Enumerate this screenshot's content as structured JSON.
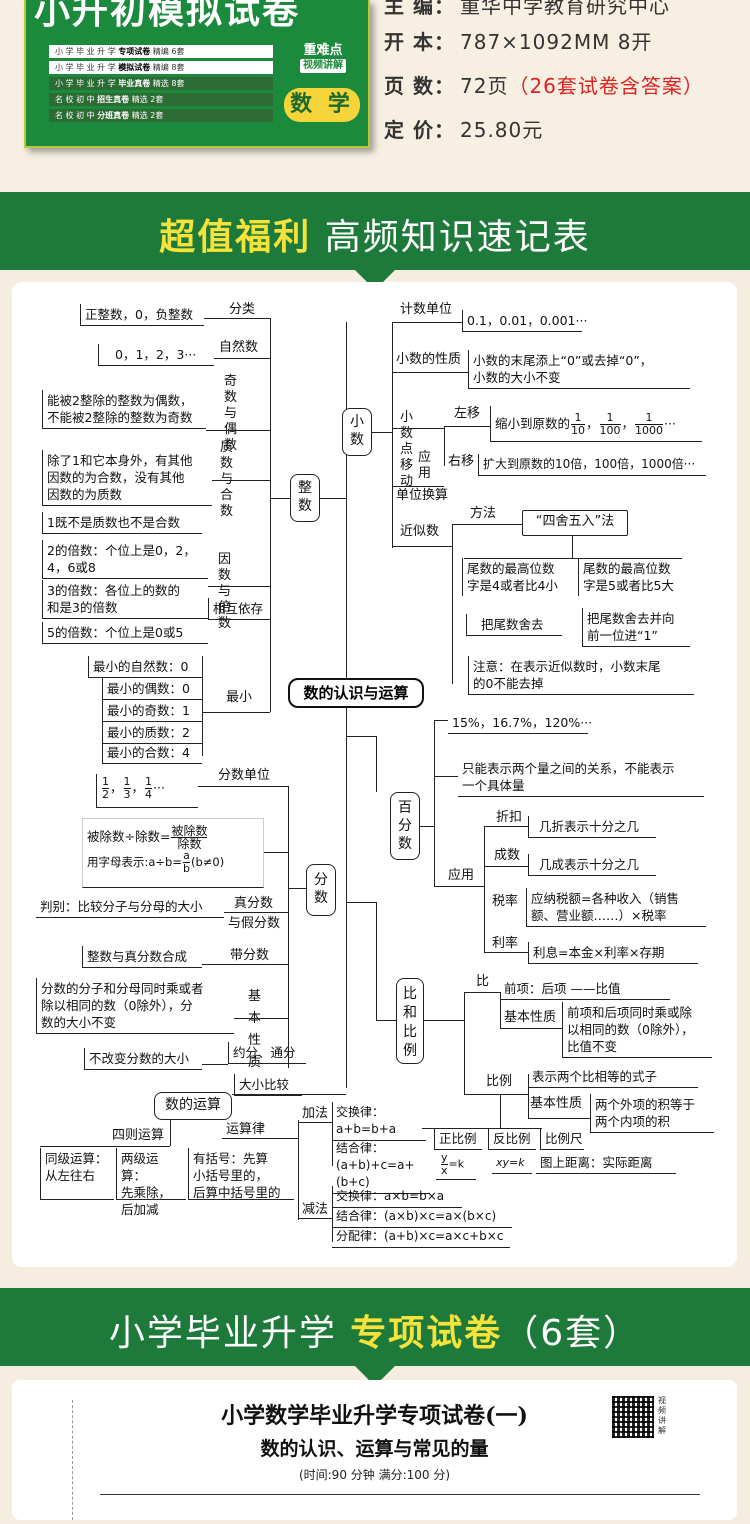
{
  "book": {
    "title": "小升初模拟试卷",
    "rows": [
      {
        "a": "小 学 毕 业 升 学 ",
        "b": "专项试卷",
        "c": " 精编  6套"
      },
      {
        "a": "小 学 毕 业 升 学 ",
        "b": "模拟试卷",
        "c": " 精编  8套"
      },
      {
        "a": "小 学 毕 业 升 学 ",
        "b": "毕业真卷",
        "c": " 精选  8套"
      },
      {
        "a": "名    校    初    中 ",
        "b": "招生真卷",
        "c": " 精选  2套"
      },
      {
        "a": "名    校    初    中 ",
        "b": "分班真卷",
        "c": " 精选  2套"
      }
    ],
    "badge_main": "重难点",
    "badge_sub": "视频讲解",
    "subject": "数 学"
  },
  "specs": [
    {
      "k": "主    编：",
      "v": "重华中学教育研究中心",
      "red": ""
    },
    {
      "k": "开    本：",
      "v": "787×1092MM 8开",
      "red": ""
    },
    {
      "k": "页    数：",
      "v": "72页",
      "red": "（26套试卷含答案）"
    },
    {
      "k": "定    价：",
      "v": "25.80元",
      "red": ""
    }
  ],
  "banner1": {
    "yellow": "超值福利",
    "white": "  高频知识速记表"
  },
  "banner2": {
    "white": "小学毕业升学  ",
    "yellow": "专项试卷",
    "white2": "（6套）"
  },
  "mindmap": {
    "center": "数的认识与运算",
    "zhengshu": "整\n数",
    "xiaoshu": "小\n数",
    "fenshu": "分\n数",
    "baifenshu": "百\n分\n数",
    "bi": "比\n和\n比\n例",
    "yunsuan": "数的运算",
    "labels": {
      "fenlei": "分类",
      "zirans": "自然数",
      "jiou": "奇数\n与偶数",
      "zhihe": "质数\n与合数",
      "yinbei": "因数\n与倍数",
      "xianghu": "相互依存",
      "zuixiao": "最小",
      "jishu": "计数单位",
      "xingzhi": "小数的性质",
      "yidong": "小数点\n移动",
      "zuoyi": "左移",
      "youyi": "右移",
      "yingyong": "应\n用",
      "danwei": "单位换算",
      "jinsi": "近似数",
      "fangfa": "方法",
      "fenshudanwei": "分数单位",
      "zhenfen": "真分数",
      "jiafen": "与假分数",
      "daifen": "带分数",
      "jiben": "基本\n性质",
      "yuefen": "约分、通分",
      "daxiao": "大小比较",
      "bfyy": "应用",
      "zhekou": "折扣",
      "chengshu": "成数",
      "shuilv": "税率",
      "lilv": "利率",
      "bilbl": "比",
      "bijbxz": "基本性质",
      "bili": "比例",
      "bljbxz": "基本性质",
      "zhengbl": "正比例",
      "fanbl": "反比例",
      "blc": "比例尺",
      "sizeys": "四则运算",
      "ysl": "运算律",
      "jiafa": "加法",
      "jianfa": "减法"
    },
    "boxes": {
      "zhengfu": "正整数，0，负整数",
      "zrs": "0，1，2，3···",
      "jo": "能被2整除的整数为偶数，\n不能被2整除的整数为奇数",
      "zh": "除了1和它本身外，有其他\n因数的为合数，没有其他\n因数的为质数",
      "zh2": "1既不是质数也不是合数",
      "b2": "2的倍数：个位上是0，2，\n4，6或8",
      "b3": "3的倍数：各位上的数的\n和是3的倍数",
      "b5": "5的倍数：个位上是0或5",
      "min1": "最小的自然数：0",
      "min2": "最小的偶数：0",
      "min3": "最小的奇数：1",
      "min4": "最小的质数：2",
      "min5": "最小的合数：4",
      "jsdw": "0.1，0.01，0.001···",
      "xz": "小数的末尾添上“0”或去掉“0”，\n小数的大小不变",
      "zy": "缩小到原数的",
      "yy": "扩大到原数的10倍，100倍，1000倍···",
      "sswr": "“四舍五入”法",
      "ws4": "尾数的最高位数\n字是4或者比4小",
      "ws5": "尾数的最高位数\n字是5或者比5大",
      "sq": "把尾数舍去",
      "jw": "把尾数舍去并向\n前一位进“1”",
      "zy2": "注意：在表示近似数时，小数末尾\n的0不能去掉",
      "bf1": "15%，16.7%，120%···",
      "bf2": "只能表示两个量之间的关系，不能表示\n一个具体量",
      "zk": "几折表示十分之几",
      "cs": "几成表示十分之几",
      "sl": "应纳税额=各种收入（销售\n额、营业额……）×税率",
      "ll": "利息=本金×利率×存期",
      "bi1": "前项：后项 ——比值",
      "bi2": "前项和后项同时乘或除\n以相同的数（0除外），\n比值不变",
      "bl1": "表示两个比相等的式子",
      "bl2": "两个外项的积等于\n两个内项的积",
      "blc": "图上距离：实际距离",
      "cf1": "被除数÷除数=",
      "cf_n": "被除数",
      "cf_d": "除数",
      "cf2": "用字母表示:a÷b=",
      "pb": "判别：比较分子与分母的大小",
      "dfs": "整数与真分数合成",
      "fxz": "分数的分子和分母同时乘或者\n除以相同的数（0除外），分\n数的大小不变",
      "bgb": "不改变分数的大小",
      "tj": "同级运算：\n从左往右",
      "bt": "两级运算：\n先乘除，\n后加减",
      "kh": "有括号：先算\n小括号里的，\n后算中括号里的",
      "jfjh": "交换律：\na+b=b+a",
      "jfjh2": "结合律：\n(a+b)+c=a+(b+c)",
      "cfjh": "交换律：a×b=b×a",
      "cfjh2": "结合律：(a×b)×c=a×(b×c)",
      "cffp": "分配律：(a+b)×c=a×c+b×c"
    }
  },
  "paper": {
    "title": "小学数学毕业升学专项试卷(一)",
    "subtitle": "数的认识、运算与常见的量",
    "meta": "(时间:90 分钟   满分:100 分)",
    "qr_label": "视\n频\n讲\n解"
  }
}
